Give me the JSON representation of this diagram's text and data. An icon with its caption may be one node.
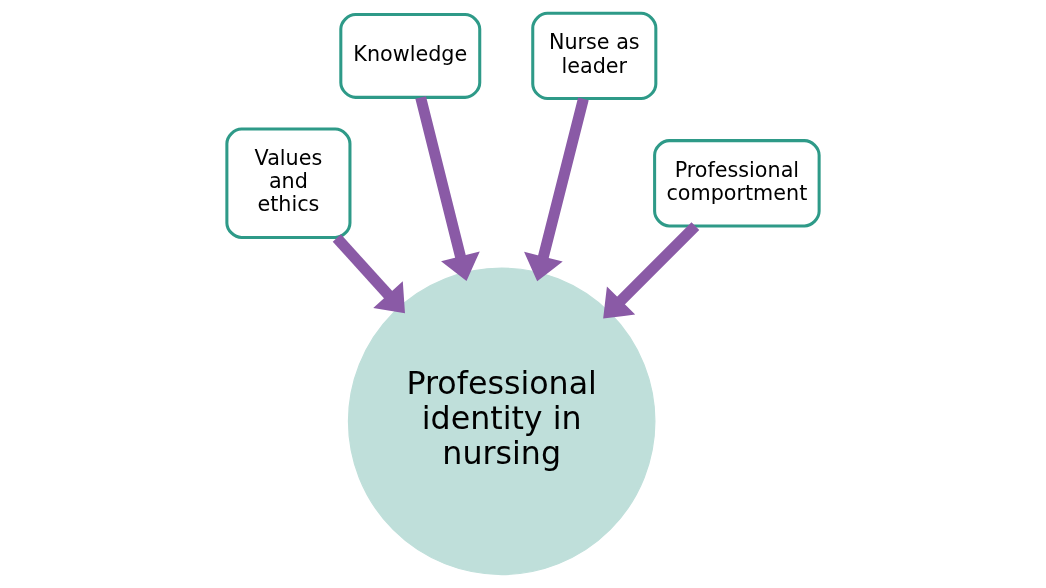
{
  "diagram": {
    "nodes": [
      {
        "text": [
          "Knowledge"
        ]
      },
      {
        "text": [
          "Nurse as leader"
        ]
      },
      {
        "text": [
          "Values and ethics"
        ]
      },
      {
        "text": [
          "Professional comportment"
        ]
      },
      {
        "text": [
          "Professional identity in nursing"
        ]
      }
    ],
    "edges": [
      {
        "from": 0,
        "to": 4,
        "arrow": "to"
      },
      {
        "from": 1,
        "to": 4,
        "arrow": "to"
      },
      {
        "from": 2,
        "to": 4,
        "arrow": "to"
      },
      {
        "from": 3,
        "to": 4,
        "arrow": "to"
      }
    ]
  }
}
